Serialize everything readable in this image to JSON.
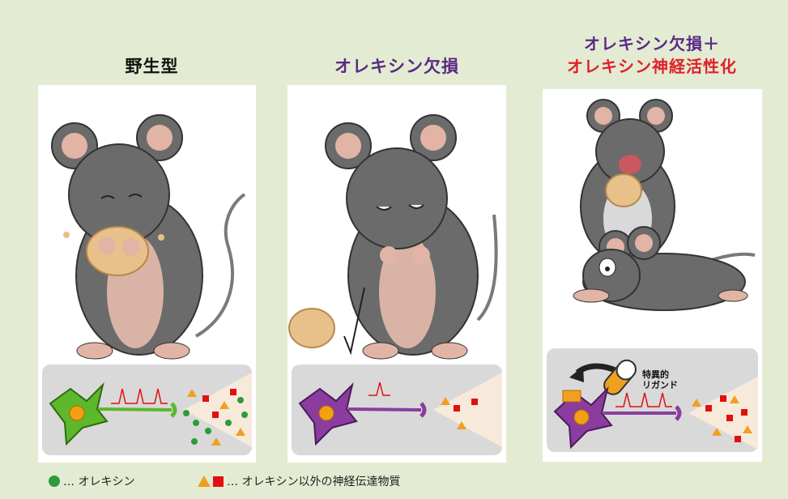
{
  "panels": [
    {
      "title_lines": [
        "野生型"
      ],
      "title_colors": [
        "#111111"
      ]
    },
    {
      "title_lines": [
        "オレキシン欠損"
      ],
      "title_colors": [
        "#5b2a86"
      ]
    },
    {
      "title_lines": [
        "オレキシン欠損＋",
        "オレキシン神経活性化"
      ],
      "title_colors": [
        "#5b2a86",
        "#e0202a"
      ]
    }
  ],
  "ligand_label_1": "特異的",
  "ligand_label_2": "リガンド",
  "legend": {
    "orexin": "… オレキシン",
    "other": "… オレキシン以外の神経伝達物質"
  },
  "colors": {
    "background": "#e3ecd2",
    "neuron_wildtype": "#5db82a",
    "neuron_knockout": "#8a3d9e",
    "orexin_dot": "#2e9a3c",
    "other_triangle": "#f0a020",
    "other_square": "#e01010",
    "spike": "#e01010"
  },
  "icons": [
    "mouse-eating-icon",
    "mouse-sleepy-icon",
    "mouse-happy-icon",
    "mouse-cataplexy-icon",
    "neuron-icon",
    "capsule-icon",
    "arrow-icon"
  ]
}
